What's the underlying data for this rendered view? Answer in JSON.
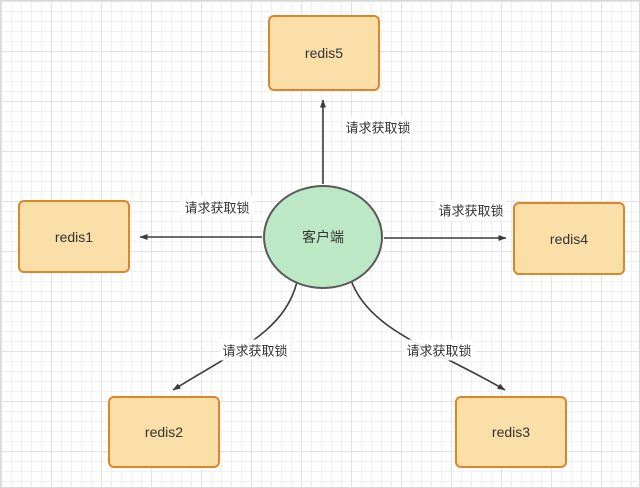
{
  "diagram": {
    "client": {
      "label": "客户端"
    },
    "nodes": [
      {
        "id": "redis5",
        "label": "redis5"
      },
      {
        "id": "redis1",
        "label": "redis1"
      },
      {
        "id": "redis4",
        "label": "redis4"
      },
      {
        "id": "redis2",
        "label": "redis2"
      },
      {
        "id": "redis3",
        "label": "redis3"
      }
    ],
    "edges": [
      {
        "from": "客户端",
        "to": "redis5",
        "label": "请求获取锁"
      },
      {
        "from": "客户端",
        "to": "redis1",
        "label": "请求获取锁"
      },
      {
        "from": "客户端",
        "to": "redis4",
        "label": "请求获取锁"
      },
      {
        "from": "客户端",
        "to": "redis2",
        "label": "请求获取锁"
      },
      {
        "from": "客户端",
        "to": "redis3",
        "label": "请求获取锁"
      }
    ],
    "colors": {
      "node_fill": "#fbdfa9",
      "node_border": "#d8882b",
      "client_fill": "#bce8c6",
      "client_border": "#595959",
      "arrow": "#3b3b3b",
      "grid_line": "#e2e2e2"
    }
  }
}
